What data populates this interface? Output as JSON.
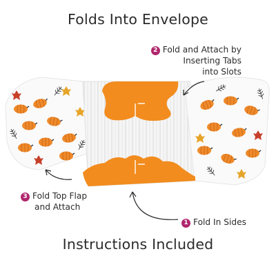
{
  "headings": {
    "top": "Folds Into Envelope",
    "bottom": "Instructions Included"
  },
  "callouts": [
    {
      "number": "2",
      "lines": [
        "Fold and Attach by",
        "Inserting Tabs",
        "into Slots"
      ]
    },
    {
      "number": "3",
      "lines": [
        "Fold Top Flap",
        "and Attach"
      ]
    },
    {
      "number": "1",
      "lines": [
        "Fold In Sides"
      ]
    }
  ],
  "colors": {
    "badge": "#b0266c",
    "flap_orange": "#f28c1e",
    "pumpkin": "#ef8a2a",
    "leaf_red": "#c8402a",
    "leaf_gold": "#e6a52a",
    "leaf_dark": "#3a3a3a",
    "wood": "#f2f2f2"
  }
}
